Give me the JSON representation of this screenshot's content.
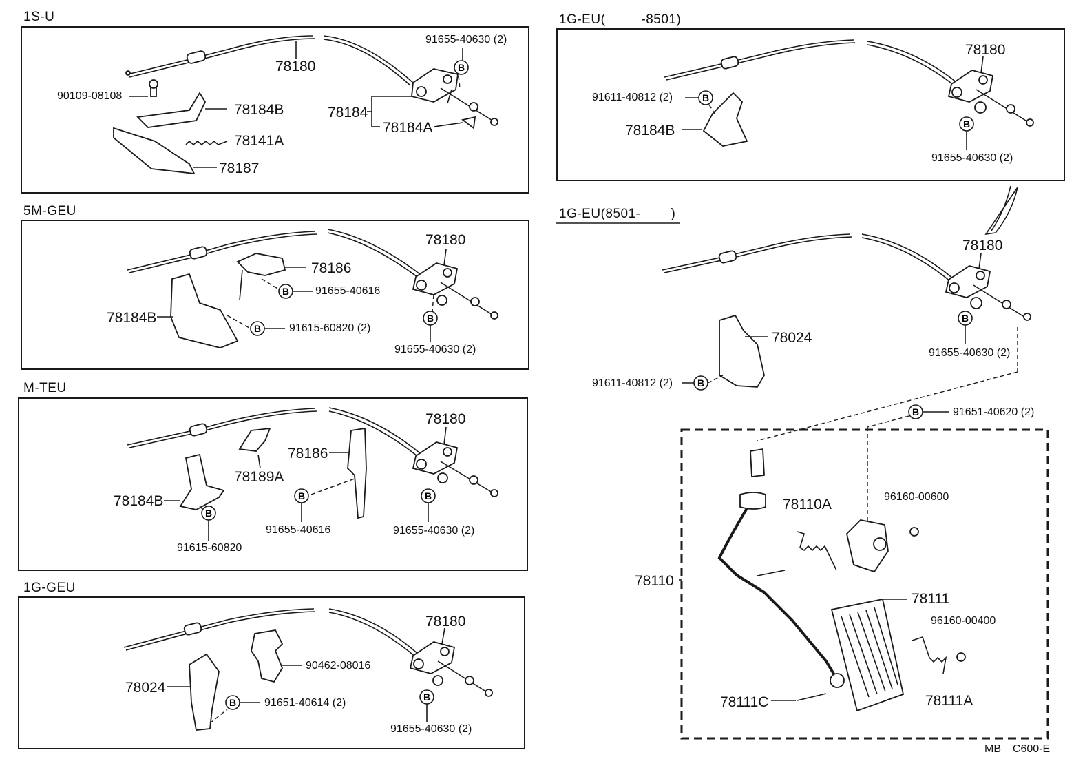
{
  "sections": {
    "s1": {
      "title": "1S-U"
    },
    "s2": {
      "title": "5M-GEU"
    },
    "s3": {
      "title": "M-TEU"
    },
    "s4": {
      "title": "1G-GEU"
    },
    "s5": {
      "title": "1G-EU(",
      "title_tail": "-8501)"
    },
    "s6": {
      "title": "1G-EU(8501-",
      "title_tail": ")"
    }
  },
  "labels": {
    "s1": {
      "a": "78180",
      "b": "91655-40630 (2)",
      "c": "90109-08108",
      "d": "78184B",
      "e": "78184",
      "f": "78184A",
      "g": "78141A",
      "h": "78187"
    },
    "s2": {
      "a": "78180",
      "b": "78186",
      "c": "91655-40616",
      "d": "78184B",
      "e": "91615-60820 (2)",
      "f": "91655-40630 (2)"
    },
    "s3": {
      "a": "78180",
      "b": "78186",
      "c": "78189A",
      "d": "78184B",
      "e": "91655-40616",
      "f": "91655-40630 (2)",
      "g": "91615-60820"
    },
    "s4": {
      "a": "78180",
      "b": "90462-08016",
      "c": "78024",
      "d": "91651-40614 (2)",
      "e": "91655-40630 (2)"
    },
    "s5": {
      "a": "78180",
      "b": "91611-40812 (2)",
      "c": "78184B",
      "d": "91655-40630 (2)"
    },
    "s6": {
      "a": "78180",
      "b": "78024",
      "c": "91611-40812 (2)",
      "d": "91655-40630 (2)"
    },
    "pedal": {
      "a": "91651-40620 (2)",
      "b": "96160-00600",
      "c": "78110A",
      "d": "78110",
      "e": "78111",
      "f": "96160-00400",
      "g": "78111C",
      "h": "78111A"
    }
  },
  "bolt_marker": "B",
  "footer": {
    "code1": "MB",
    "code2": "C600-E"
  }
}
